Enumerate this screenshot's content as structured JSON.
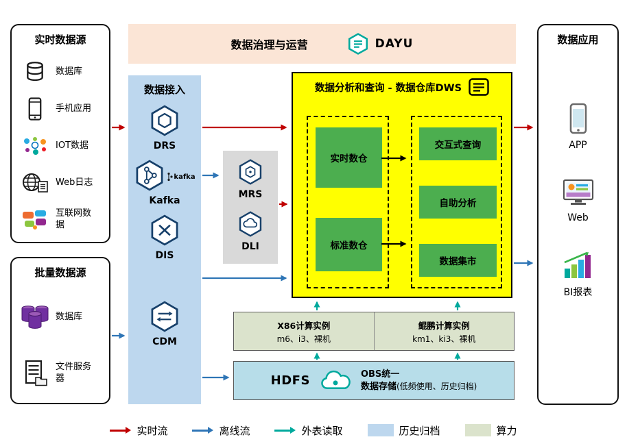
{
  "banner": {
    "title": "数据治理与运营",
    "logo_text": "DAYU"
  },
  "realtime_sources": {
    "title": "实时数据源",
    "items": [
      {
        "label": "数据库",
        "icon": "database-icon"
      },
      {
        "label": "手机应用",
        "icon": "mobile-app-icon"
      },
      {
        "label": "IOT数据",
        "icon": "iot-icon"
      },
      {
        "label": "Web日志",
        "icon": "web-log-icon"
      },
      {
        "label": "互联网数据",
        "icon": "internet-data-icon"
      }
    ]
  },
  "batch_sources": {
    "title": "批量数据源",
    "items": [
      {
        "label": "数据库",
        "icon": "database-stack-icon"
      },
      {
        "label": "文件服务器",
        "icon": "file-server-icon"
      }
    ]
  },
  "data_access": {
    "title": "数据接入",
    "items": [
      {
        "label": "DRS",
        "icon": "drs-hexagon-icon"
      },
      {
        "label": "Kafka",
        "icon": "kafka-hexagon-icon",
        "badge": "kafka"
      },
      {
        "label": "DIS",
        "icon": "dis-hexagon-icon"
      },
      {
        "label": "CDM",
        "icon": "cdm-hexagon-icon"
      }
    ]
  },
  "analytics_services": {
    "items": [
      {
        "label": "MRS",
        "icon": "mrs-hexagon-icon"
      },
      {
        "label": "DLI",
        "icon": "dli-hexagon-icon"
      }
    ]
  },
  "dws": {
    "title": "数据分析和查询 - 数据仓库DWS",
    "warehouses": [
      {
        "label": "实时数仓"
      },
      {
        "label": "标准数仓"
      }
    ],
    "services": [
      {
        "label": "交互式查询"
      },
      {
        "label": "自助分析"
      },
      {
        "label": "数据集市"
      }
    ]
  },
  "compute": {
    "x86": {
      "title": "X86计算实例",
      "spec": "m6、i3、裸机"
    },
    "kunpeng": {
      "title": "鲲鹏计算实例",
      "spec": "km1、ki3、裸机"
    }
  },
  "storage": {
    "hdfs": "HDFS",
    "obs_line1": "OBS统一",
    "obs_line2": "数据存储",
    "obs_note": "(低频使用、历史归档)"
  },
  "applications": {
    "title": "数据应用",
    "items": [
      {
        "label": "APP",
        "icon": "app-phone-icon"
      },
      {
        "label": "Web",
        "icon": "web-monitor-icon"
      },
      {
        "label": "BI报表",
        "icon": "bi-report-icon"
      }
    ]
  },
  "legend": {
    "items": [
      {
        "label": "实时流",
        "type": "arrow",
        "color": "#c00000"
      },
      {
        "label": "离线流",
        "type": "arrow",
        "color": "#2e75b6"
      },
      {
        "label": "外表读取",
        "type": "arrow",
        "color": "#00a99d"
      },
      {
        "label": "历史归档",
        "type": "swatch",
        "color": "#bdd7ee"
      },
      {
        "label": "算力",
        "type": "swatch",
        "color": "#dbe3cc"
      }
    ]
  },
  "colors": {
    "banner_bg": "#fbe5d6",
    "access_bg": "#bdd7ee",
    "services_bg": "#d9d9d9",
    "dws_bg": "#ffff00",
    "dws_module_bg": "#4cae4f",
    "compute_bg": "#dbe3cc",
    "storage_bg": "#b7dde9"
  }
}
